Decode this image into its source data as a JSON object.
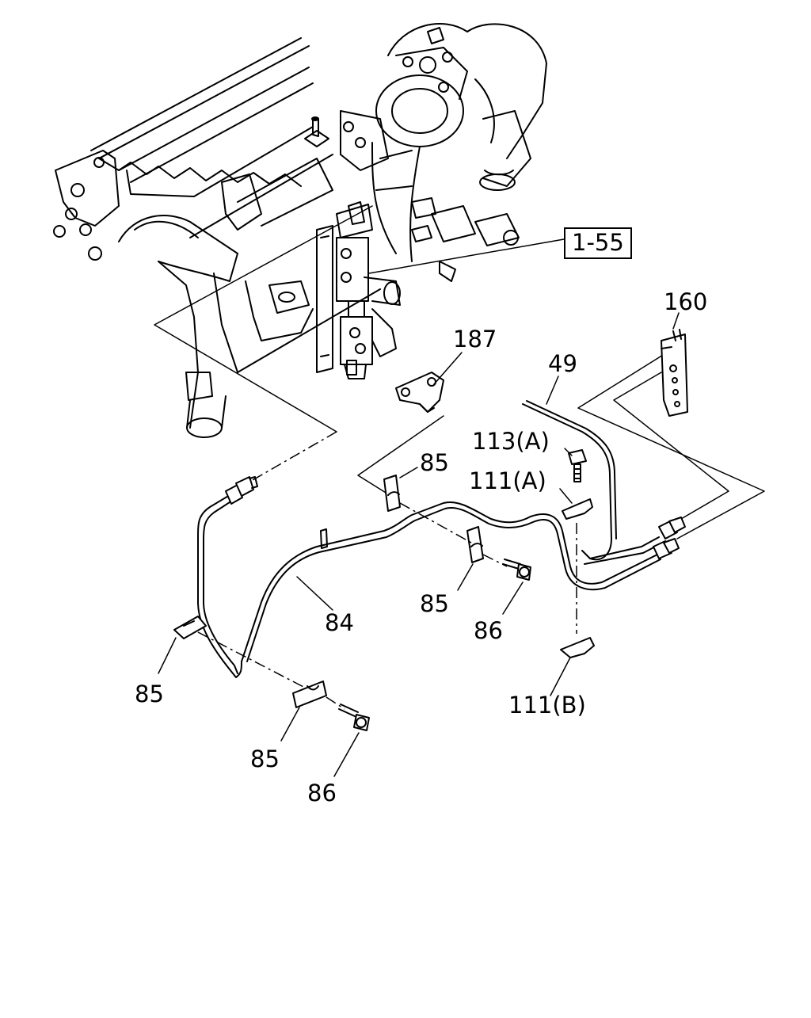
{
  "diagram": {
    "callouts": [
      {
        "id": "c-1-55",
        "label": "1-55",
        "boxed": true
      },
      {
        "id": "c-160",
        "label": "160"
      },
      {
        "id": "c-187",
        "label": "187"
      },
      {
        "id": "c-49",
        "label": "49"
      },
      {
        "id": "c-113a",
        "label": "113(A)"
      },
      {
        "id": "c-111a",
        "label": "111(A)"
      },
      {
        "id": "c-85-a",
        "label": "85"
      },
      {
        "id": "c-85-b",
        "label": "85"
      },
      {
        "id": "c-86-a",
        "label": "86"
      },
      {
        "id": "c-84",
        "label": "84"
      },
      {
        "id": "c-111b",
        "label": "111(B)"
      },
      {
        "id": "c-85-c",
        "label": "85"
      },
      {
        "id": "c-85-d",
        "label": "85"
      },
      {
        "id": "c-86-b",
        "label": "86"
      }
    ]
  }
}
